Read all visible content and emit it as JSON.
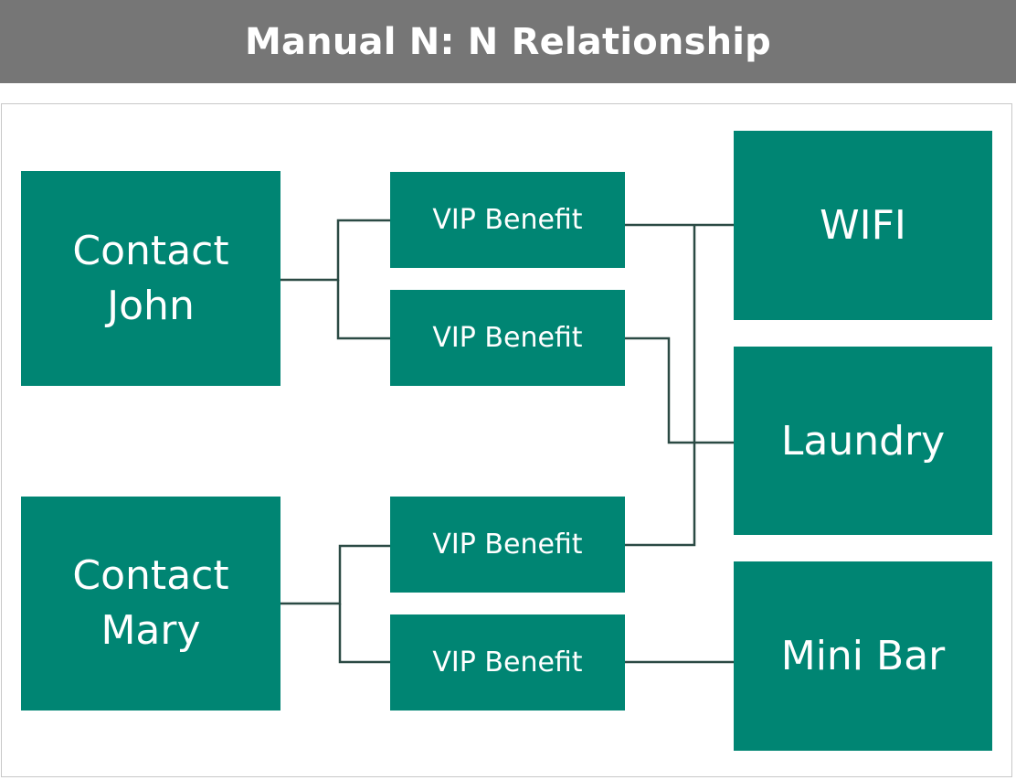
{
  "title": "Manual N: N Relationship",
  "colors": {
    "title_bar": "#767676",
    "node_fill": "#008573",
    "node_text": "#ffffff",
    "connector": "#2b4a44",
    "frame_border": "#c8c8c8"
  },
  "contacts": [
    {
      "line1": "Contact",
      "line2": "John"
    },
    {
      "line1": "Contact",
      "line2": "Mary"
    }
  ],
  "benefits": [
    {
      "label": "VIP Benefit"
    },
    {
      "label": "VIP Benefit"
    },
    {
      "label": "VIP Benefit"
    },
    {
      "label": "VIP Benefit"
    }
  ],
  "services": [
    {
      "label": "WIFI"
    },
    {
      "label": "Laundry"
    },
    {
      "label": "Mini Bar"
    }
  ],
  "links": [
    {
      "from": "Contact John",
      "to": "VIP Benefit 1"
    },
    {
      "from": "Contact John",
      "to": "VIP Benefit 2"
    },
    {
      "from": "Contact Mary",
      "to": "VIP Benefit 3"
    },
    {
      "from": "Contact Mary",
      "to": "VIP Benefit 4"
    },
    {
      "from": "VIP Benefit 1",
      "to": "WIFI"
    },
    {
      "from": "VIP Benefit 2",
      "to": "Laundry"
    },
    {
      "from": "VIP Benefit 3",
      "to": "WIFI"
    },
    {
      "from": "VIP Benefit 4",
      "to": "Mini Bar"
    }
  ]
}
